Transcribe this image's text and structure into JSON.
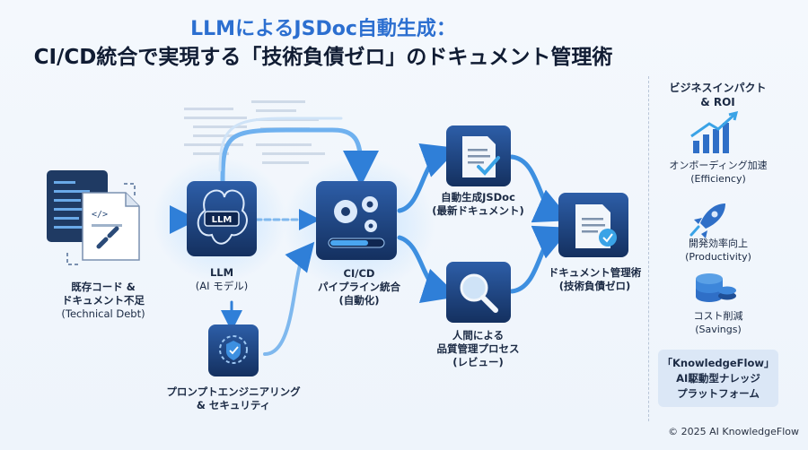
{
  "header": {
    "title_line1": "LLMによるJSDoc自動生成：",
    "title_line2": "CI/CD統合で実現する「技術負債ゼロ」のドキュメント管理術"
  },
  "nodes": {
    "legacy": {
      "line1": "既存コード &",
      "line2": "ドキュメント不足",
      "line3": "(Technical Debt)"
    },
    "llm": {
      "line1": "LLM",
      "line2": "(AI モデル)",
      "icon_text": "LLM"
    },
    "cicd": {
      "line1": "CI/CD",
      "line2": "パイプライン統合",
      "line3": "(自動化)"
    },
    "prompt": {
      "line1": "プロンプトエンジニアリング",
      "line2": "& セキュリティ"
    },
    "autodoc": {
      "line1": "自動生成JSDoc",
      "line2": "(最新ドキュメント)"
    },
    "review": {
      "line1": "人間による",
      "line2": "品質管理プロセス",
      "line3": "(レビュー)"
    },
    "final": {
      "line1": "ドキュメント管理術",
      "line2": "(技術負債ゼロ)"
    }
  },
  "sidebar": {
    "title_line1": "ビジネスインパクト",
    "title_line2": "& ROI",
    "items": [
      {
        "label": "オンボーディング加速",
        "sub": "(Efficiency)",
        "icon": "growth-chart-icon"
      },
      {
        "label": "開発効率向上",
        "sub": "(Productivity)",
        "icon": "rocket-icon"
      },
      {
        "label": "コスト削減",
        "sub": "(Savings)",
        "icon": "coins-icon"
      }
    ],
    "brand_line1": "「KnowledgeFlow」",
    "brand_line2": "AI駆動型ナレッジ",
    "brand_line3": "プラットフォーム"
  },
  "footer": {
    "copyright": "© 2025 AI KnowledgeFlow"
  },
  "colors": {
    "tile_dark": "#1d3b6e",
    "tile_mid": "#2a5aa0",
    "accent": "#3d8fe0",
    "check": "#3aa3e6"
  }
}
